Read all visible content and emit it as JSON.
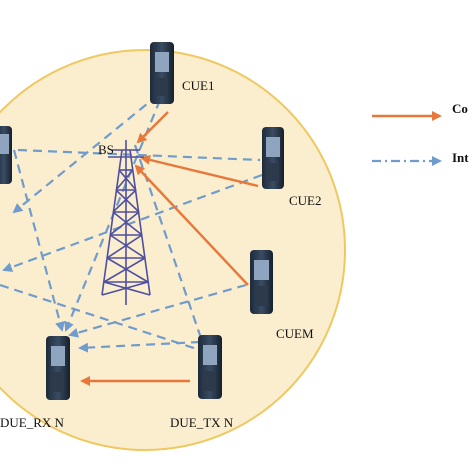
{
  "nodes": {
    "bs": "BS",
    "cue1": "CUE1",
    "cue2": "CUE2",
    "cuem": "CUEM",
    "due_rx": "DUE_RX N",
    "due_tx": "DUE_TX N"
  },
  "legend": {
    "communication": "Co",
    "interference": "Int"
  },
  "colors": {
    "cell": "#fbeecf",
    "cell_border": "#f0c860",
    "communication": "#e8773a",
    "interference": "#6f9ccc",
    "tower": "#4f4fa0"
  }
}
